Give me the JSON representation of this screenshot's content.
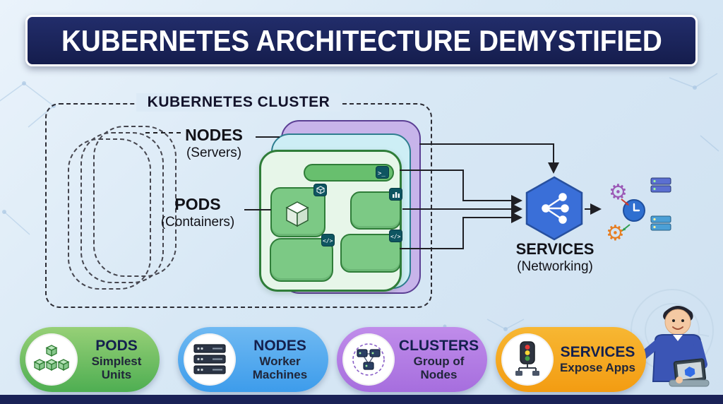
{
  "banner": {
    "title": "KUBERNETES ARCHITECTURE DEMYSTIFIED"
  },
  "diagram": {
    "cluster_title": "KUBERNETES CLUSTER",
    "nodes_label": "NODES",
    "nodes_sublabel": "(Servers)",
    "pods_label": "PODS",
    "pods_sublabel": "(Containers)",
    "services_label": "SERVICES",
    "services_sublabel": "(Networking)"
  },
  "icons": {
    "terminal_glyph": ">_",
    "code_glyph": "</>",
    "gear_glyph": "⚙"
  },
  "legend": {
    "items": [
      {
        "title": "PODS",
        "subtitle": "Simplest Units",
        "icon": "pods-cubes-icon",
        "color": "#4eae52",
        "color2": "#97d077"
      },
      {
        "title": "NODES",
        "subtitle": "Worker Machines",
        "icon": "server-rack-icon",
        "color": "#3d9ceb",
        "color2": "#6fb9f2"
      },
      {
        "title": "CLUSTERS",
        "subtitle": "Group of Nodes",
        "icon": "node-cluster-icon",
        "color": "#a66ede",
        "color2": "#c08cea"
      },
      {
        "title": "SERVICES",
        "subtitle": "Expose Apps",
        "icon": "traffic-light-icon",
        "color": "#f39c12",
        "color2": "#f7b733"
      }
    ]
  },
  "colors": {
    "banner_bg": "#1a2257",
    "page_bg": "#d8e8f5",
    "node_back": "#c7b4ea",
    "node_mid": "#cdeef5",
    "node_front": "#e7f6e9",
    "pod_green": "#7cc985",
    "service_hex": "#3a6fd8",
    "connector": "#1f1f24"
  }
}
